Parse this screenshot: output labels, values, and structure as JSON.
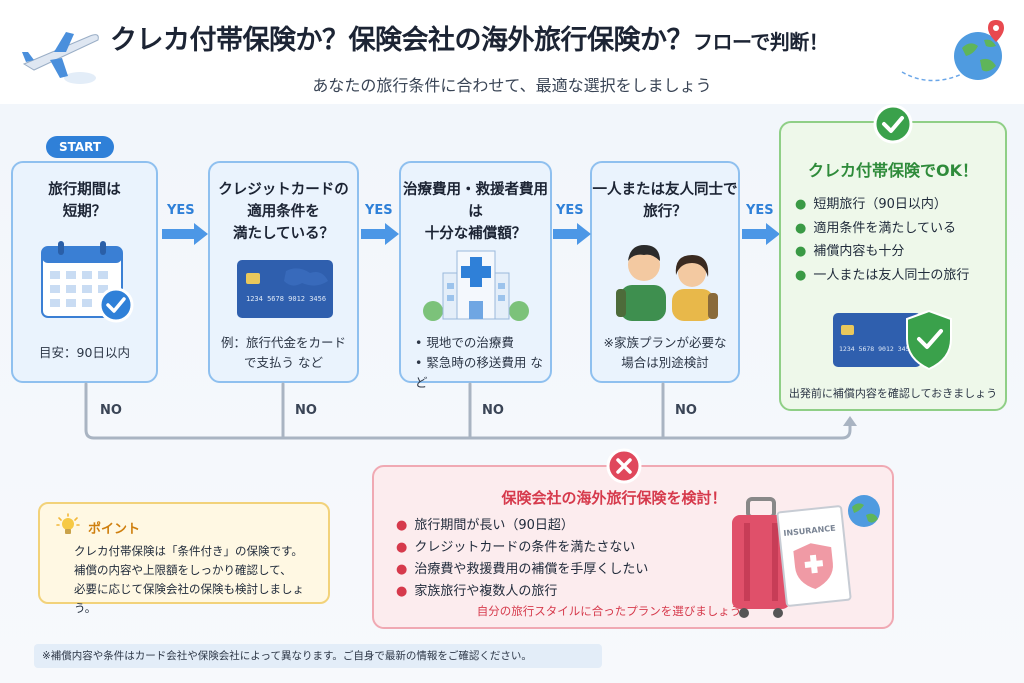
{
  "header": {
    "title_main": "クレカ付帯保険か？保険会社の海外旅行保険か？",
    "title_small": "フローで判断！",
    "subtitle": "あなたの旅行条件に合わせて、最適な選択をしましょう"
  },
  "flow": {
    "start_label": "START",
    "yes_label": "YES",
    "no_label": "NO",
    "steps": [
      {
        "question": "旅行期間は\n短期？",
        "note": "目安：90日以内"
      },
      {
        "question": "クレジットカードの\n適用条件を\n満たしている？",
        "card_number": "1234 5678 9012 3456",
        "note": "例：旅行代金をカード\nで支払う など"
      },
      {
        "question": "治療費用・救援者費用は\n十分な補償額？",
        "note": "• 現地での治療費\n• 緊急時の移送費用 など"
      },
      {
        "question": "一人または友人同士で\n旅行？",
        "note": "※家族プランが必要な\n場合は別途検討"
      }
    ]
  },
  "ok_result": {
    "title": "クレカ付帯保険でOK！",
    "items": [
      "短期旅行（90日以内）",
      "適用条件を満たしている",
      "補償内容も十分",
      "一人または友人同士の旅行"
    ],
    "card_number": "1234 5678 9012 3456",
    "note": "出発前に補償内容を確認しておきましょう",
    "accent": "#2e8b3a"
  },
  "insurance_result": {
    "title": "保険会社の海外旅行保険を検討！",
    "items": [
      "旅行期間が長い（90日超）",
      "クレジットカードの条件を満たさない",
      "治療費や救援費用の補償を手厚くしたい",
      "家族旅行や複数人の旅行"
    ],
    "note": "自分の旅行スタイルに合ったプランを選びましょう",
    "doc_label": "INSURANCE",
    "accent": "#d63a4c"
  },
  "point": {
    "title": "ポイント",
    "text": "クレカ付帯保険は「条件付き」の保険です。\n補償の内容や上限額をしっかり確認して、\n必要に応じて保険会社の保険も検討しましょう。"
  },
  "footnote": "※補償内容や条件はカード会社や保険会社によって異なります。ご自身で最新の情報をご確認ください。"
}
